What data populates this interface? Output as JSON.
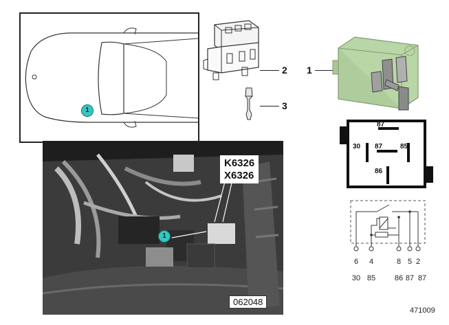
{
  "callouts": {
    "relay": "1",
    "socket": "2",
    "terminal": "3",
    "location_marker": "1",
    "photo_marker": "1"
  },
  "photo": {
    "label_line1": "K6326",
    "label_line2": "X6326",
    "code": "062048"
  },
  "relay_face": {
    "pin_top": "87",
    "pin_left": "30",
    "pin_center": "87",
    "pin_right": "85",
    "pin_bottom": "86"
  },
  "schematic": {
    "pins": [
      "6",
      "4",
      "8",
      "5",
      "2"
    ],
    "terminals": [
      "30",
      "85",
      "86",
      "87",
      "87"
    ]
  },
  "reference": "471009",
  "colors": {
    "relay_body": "#b9d6a6",
    "marker": "#35c7c0"
  }
}
